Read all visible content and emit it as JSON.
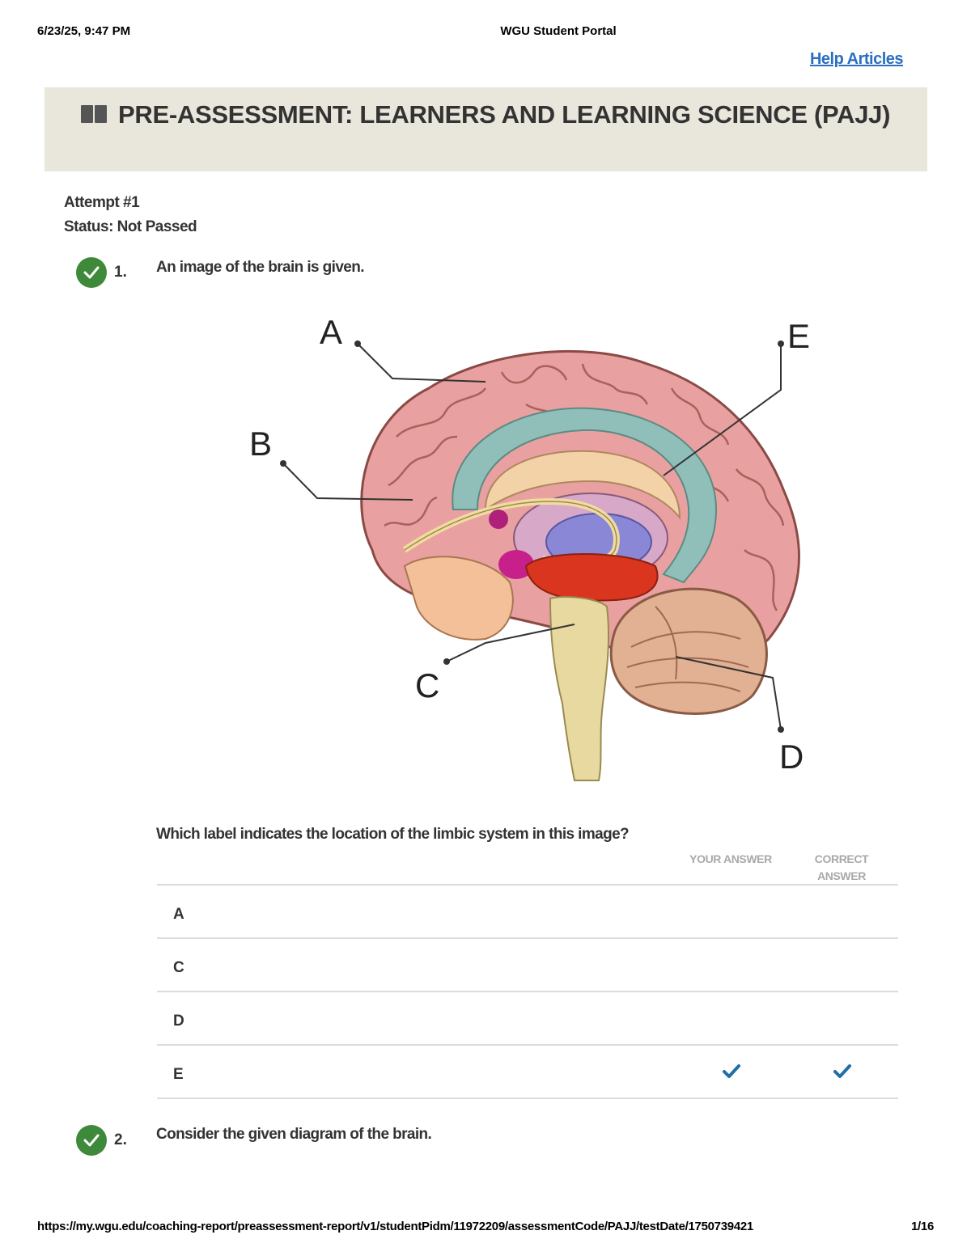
{
  "print_header": {
    "datetime": "6/23/25, 9:47 PM",
    "page_title": "WGU Student Portal"
  },
  "help_link": "Help Articles",
  "banner": {
    "icon": "book-icon",
    "title": "PRE-ASSESSMENT: LEARNERS AND LEARNING SCIENCE (PAJJ)"
  },
  "attempt": {
    "label": "Attempt #1",
    "status": "Status: Not Passed"
  },
  "questions": [
    {
      "number": "1.",
      "prompt": "An image of the brain is given.",
      "image_labels": [
        "A",
        "B",
        "C",
        "D",
        "E"
      ],
      "question": "Which label indicates the location of the limbic system in this image?",
      "columns": {
        "your_answer": "YOUR ANSWER",
        "correct_answer": "CORRECT ANSWER"
      },
      "options": [
        {
          "label": "A",
          "your_answer": false,
          "correct_answer": false
        },
        {
          "label": "C",
          "your_answer": false,
          "correct_answer": false
        },
        {
          "label": "D",
          "your_answer": false,
          "correct_answer": false
        },
        {
          "label": "E",
          "your_answer": true,
          "correct_answer": true
        }
      ]
    },
    {
      "number": "2.",
      "prompt": "Consider the given diagram of the brain."
    }
  ],
  "footer": {
    "url": "https://my.wgu.edu/coaching-report/preassessment-report/v1/studentPidm/11972209/assessmentCode/PAJJ/testDate/1750739421",
    "page": "1/16"
  },
  "colors": {
    "banner_bg": "#e9e6dc",
    "link": "#2a6fc0",
    "correct_badge": "#3f8a3a",
    "check_mark": "#1f6fa8"
  }
}
